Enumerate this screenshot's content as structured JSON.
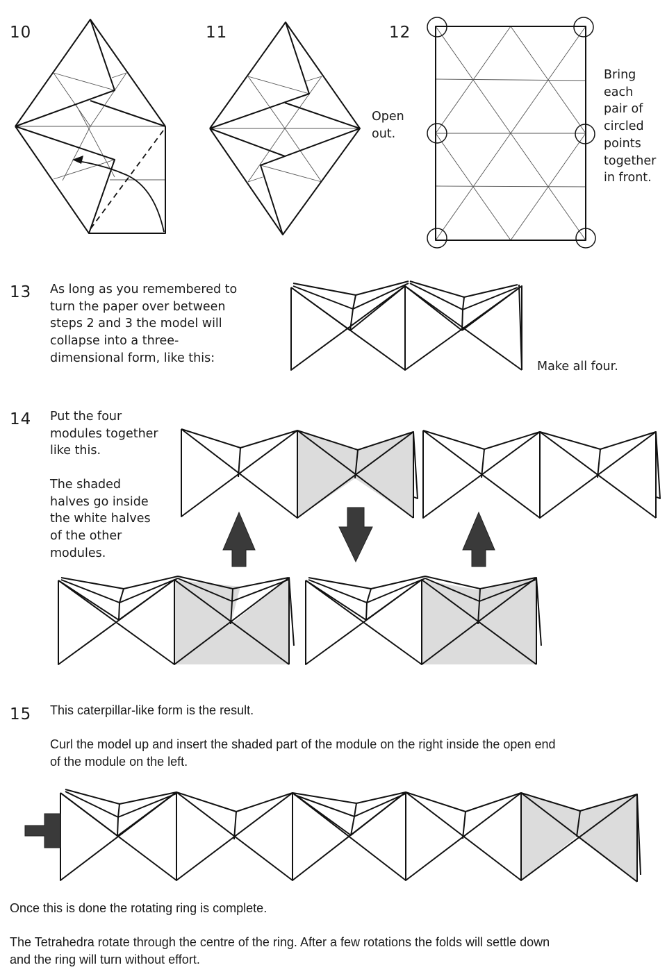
{
  "steps": {
    "s10": {
      "number": "10"
    },
    "s11": {
      "number": "11"
    },
    "s12": {
      "number": "12",
      "left_caption": "Open\nout.",
      "right_caption": "Bring\neach\npair of\ncircled\npoints\ntogether\nin front."
    },
    "s13": {
      "number": "13",
      "text": "As long as you remembered to\nturn the paper over between\nsteps 2 and 3 the model will\ncollapse into a three-\ndimensional form, like this:",
      "caption": "Make all four."
    },
    "s14": {
      "number": "14",
      "text1": "Put the four\nmodules together\nlike this.",
      "text2": "The shaded\nhalves go inside\nthe white halves\nof the other\nmodules."
    },
    "s15": {
      "number": "15",
      "text1": "This caterpillar-like form is the result.",
      "text2": "Curl the model up and insert the shaded part of the module on the right inside the open end\nof the module on the left."
    }
  },
  "footer": {
    "line1": "Once this is done the rotating ring is complete.",
    "line2": "The Tetrahedra rotate through the centre of the ring. After a few rotations the folds will settle down\nand the ring will turn without effort."
  },
  "icons": {
    "arrow_up": "up-arrow",
    "arrow_down": "down-arrow",
    "arrow_right": "right-arrow"
  },
  "colors": {
    "shade": "#dcdcdc",
    "arrow": "#3a3a3a"
  }
}
